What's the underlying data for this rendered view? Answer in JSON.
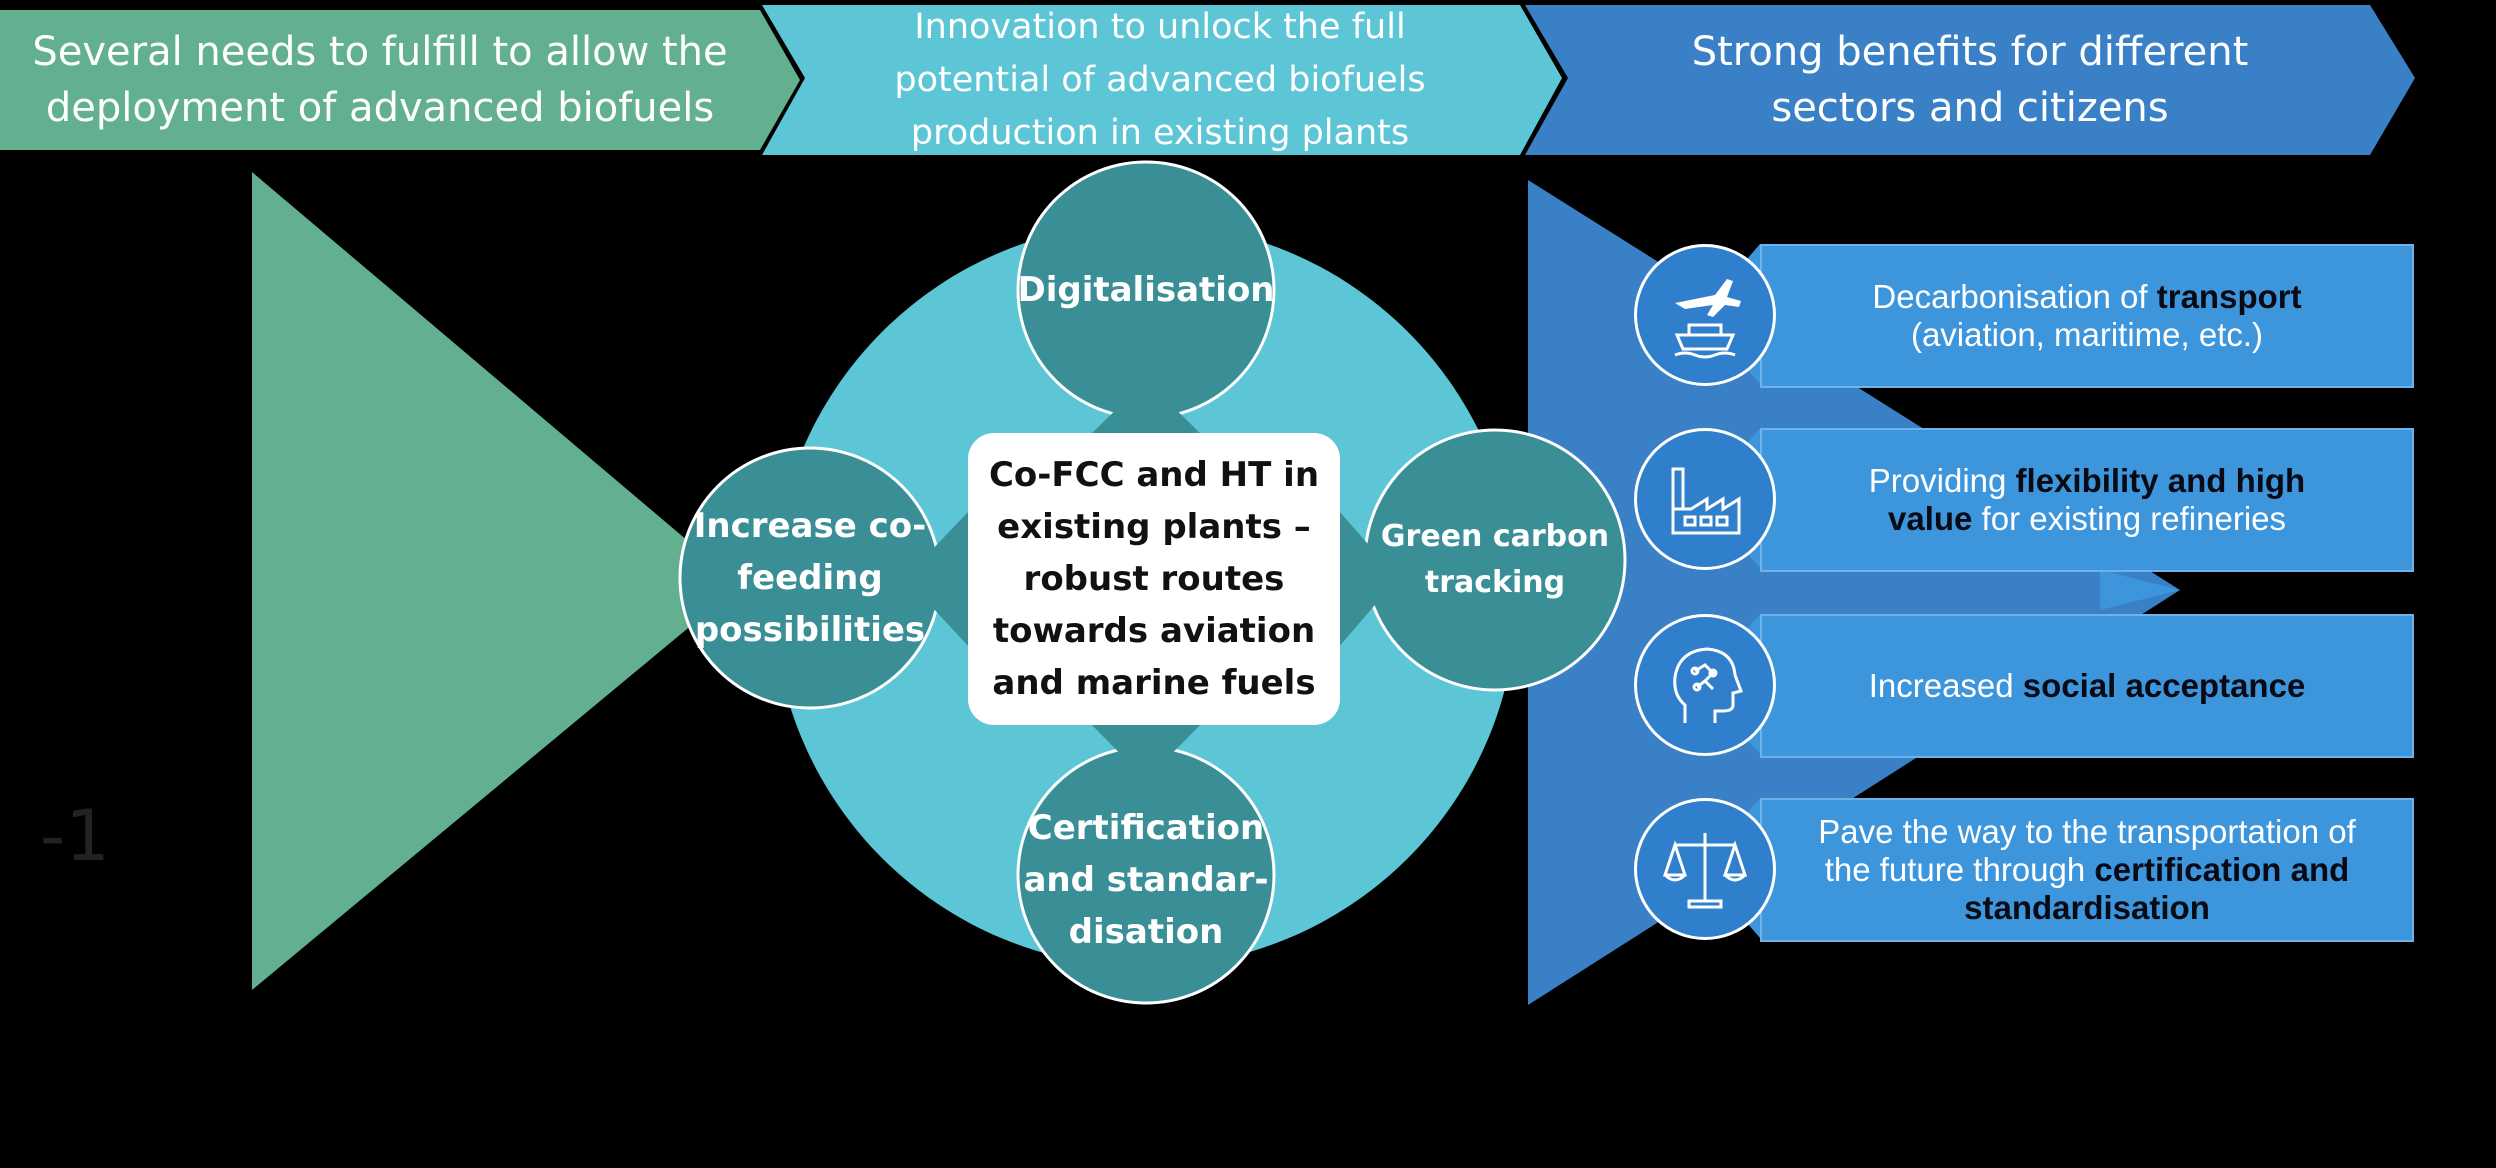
{
  "header": {
    "needs": [
      "Several needs to fulfill to allow the",
      "deployment of advanced biofuels"
    ],
    "innovation": [
      "Innovation to unlock the full",
      "potential of advanced biofuels",
      "production  in existing plants"
    ],
    "benefits": [
      "Strong benefits for different",
      "sectors and citizens"
    ]
  },
  "innovation_circles": {
    "top": [
      "Digitalisation"
    ],
    "left": [
      "Increase co-",
      "feeding",
      "possibilities"
    ],
    "right": [
      "Green carbon",
      "tracking"
    ],
    "bottom": [
      "Certification",
      "and standar-",
      "disation"
    ]
  },
  "center": [
    "Co-FCC and HT in",
    "existing plants –",
    "robust routes",
    "towards aviation",
    "and marine fuels"
  ],
  "benefit_items": [
    {
      "icon": "airplane-ship-icon",
      "line1": {
        "pre": "Decarbonisation of ",
        "bold": "transport",
        "post": ""
      },
      "line2": {
        "pre": "(aviation, maritime, etc.)",
        "bold": "",
        "post": ""
      },
      "line3": {
        "pre": "",
        "bold": "",
        "post": ""
      }
    },
    {
      "icon": "factory-icon",
      "line1": {
        "pre": "Providing ",
        "bold": "flexibility and high",
        "post": ""
      },
      "line2": {
        "pre": "",
        "bold": "value",
        "post": " for existing refineries"
      },
      "line3": {
        "pre": "",
        "bold": "",
        "post": ""
      }
    },
    {
      "icon": "head-brain-icon",
      "line1": {
        "pre": "Increased ",
        "bold": "social acceptance",
        "post": ""
      },
      "line2": {
        "pre": "",
        "bold": "",
        "post": ""
      },
      "line3": {
        "pre": "",
        "bold": "",
        "post": ""
      }
    },
    {
      "icon": "scales-icon",
      "line1": {
        "pre": "Pave the way to the transportation of",
        "bold": "",
        "post": ""
      },
      "line2": {
        "pre": "the future through ",
        "bold": "certification and",
        "post": ""
      },
      "line3": {
        "pre": "",
        "bold": "standardisation",
        "post": ""
      }
    }
  ],
  "colors": {
    "needs": "#62b08f",
    "innovation": "#5cc6d6",
    "innovation_circle": "#3a8f96",
    "benefits": "#3a80c6",
    "benefit_box": "#3d95dc"
  }
}
